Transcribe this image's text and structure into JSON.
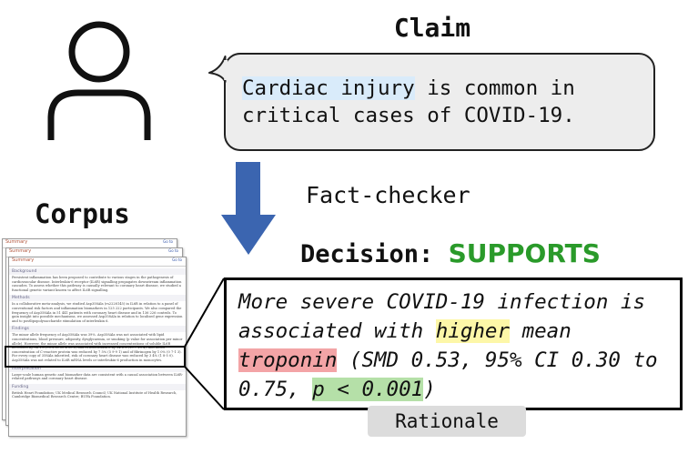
{
  "claim": {
    "title": "Claim",
    "text_highlight": "Cardiac injury",
    "text_rest": " is common in critical cases of COVID-19."
  },
  "fact_checker_label": "Fact-checker",
  "corpus_title": "Corpus",
  "decision": {
    "label": "Decision:",
    "value": "SUPPORTS",
    "value_color": "#2a9a2a"
  },
  "rationale": {
    "part1": "More severe COVID-19 infection is associated with ",
    "hl1": "higher",
    "part2": " mean ",
    "hl2": "troponin",
    "part3": " (SMD 0.53, 95% CI 0.30 to 0.75, ",
    "hl3": "p < 0.001",
    "part4": ")",
    "tab_label": "Rationale"
  },
  "document": {
    "tab_label": "Summary",
    "goto_label": "Go to",
    "sections": [
      {
        "head": "Background",
        "body": "Persistent inflammation has been proposed to contribute to various stages in the pathogenesis of cardiovascular disease. Interleukin-6 receptor (IL6R) signalling propagates downstream inflammation cascades. To assess whether this pathway is causally relevant to coronary heart disease, we studied a functional genetic variant known to affect IL6R signalling."
      },
      {
        "head": "Methods",
        "body": "In a collaborative meta-analysis, we studied Asp358Ala (rs2228145) in IL6R in relation to a panel of conventional risk factors and inflammation biomarkers in 125 222 participants. We also compared the frequency of Asp358Ala in 51 441 patients with coronary heart disease and in 136 226 controls. To gain insight into possible mechanisms, we assessed Asp358Ala in relation to localised gene expression and to postlipopolysaccharide stimulation of interleukin 6."
      },
      {
        "head": "Findings",
        "body": "The minor allele frequency of Asp358Ala was 39%. Asp358Ala was not associated with lipid concentrations, blood pressure, adiposity, dysglycaemia, or smoking (p value for association per minor allele). However, the minor allele was associated with increased concentrations of soluble IL6R increased by 34 1% (95% CI 30 4-38 2) and of interleukin 6 by 14 6% (10 7-18 4), and mean concentration of C-reactive protein was reduced by 7 5% (5 9-9 1) and of fibrinogen by 1 0% (0 7-1 3). For every copy of 358Ala inherited, risk of coronary heart disease was reduced by 3 4% (1 8-5 0). Asp358Ala was not related to IL6R mRNA levels or interleukin-6 production in monocytes."
      },
      {
        "head": "Interpretation",
        "body": "Large-scale human genetic and biomarker data are consistent with a causal association between IL6R-related pathways and coronary heart disease."
      },
      {
        "head": "Funding",
        "body": "British Heart Foundation; UK Medical Research Council; UK National Institute of Health Research, Cambridge Biomedical Research Centre; BUPA Foundation."
      }
    ]
  }
}
